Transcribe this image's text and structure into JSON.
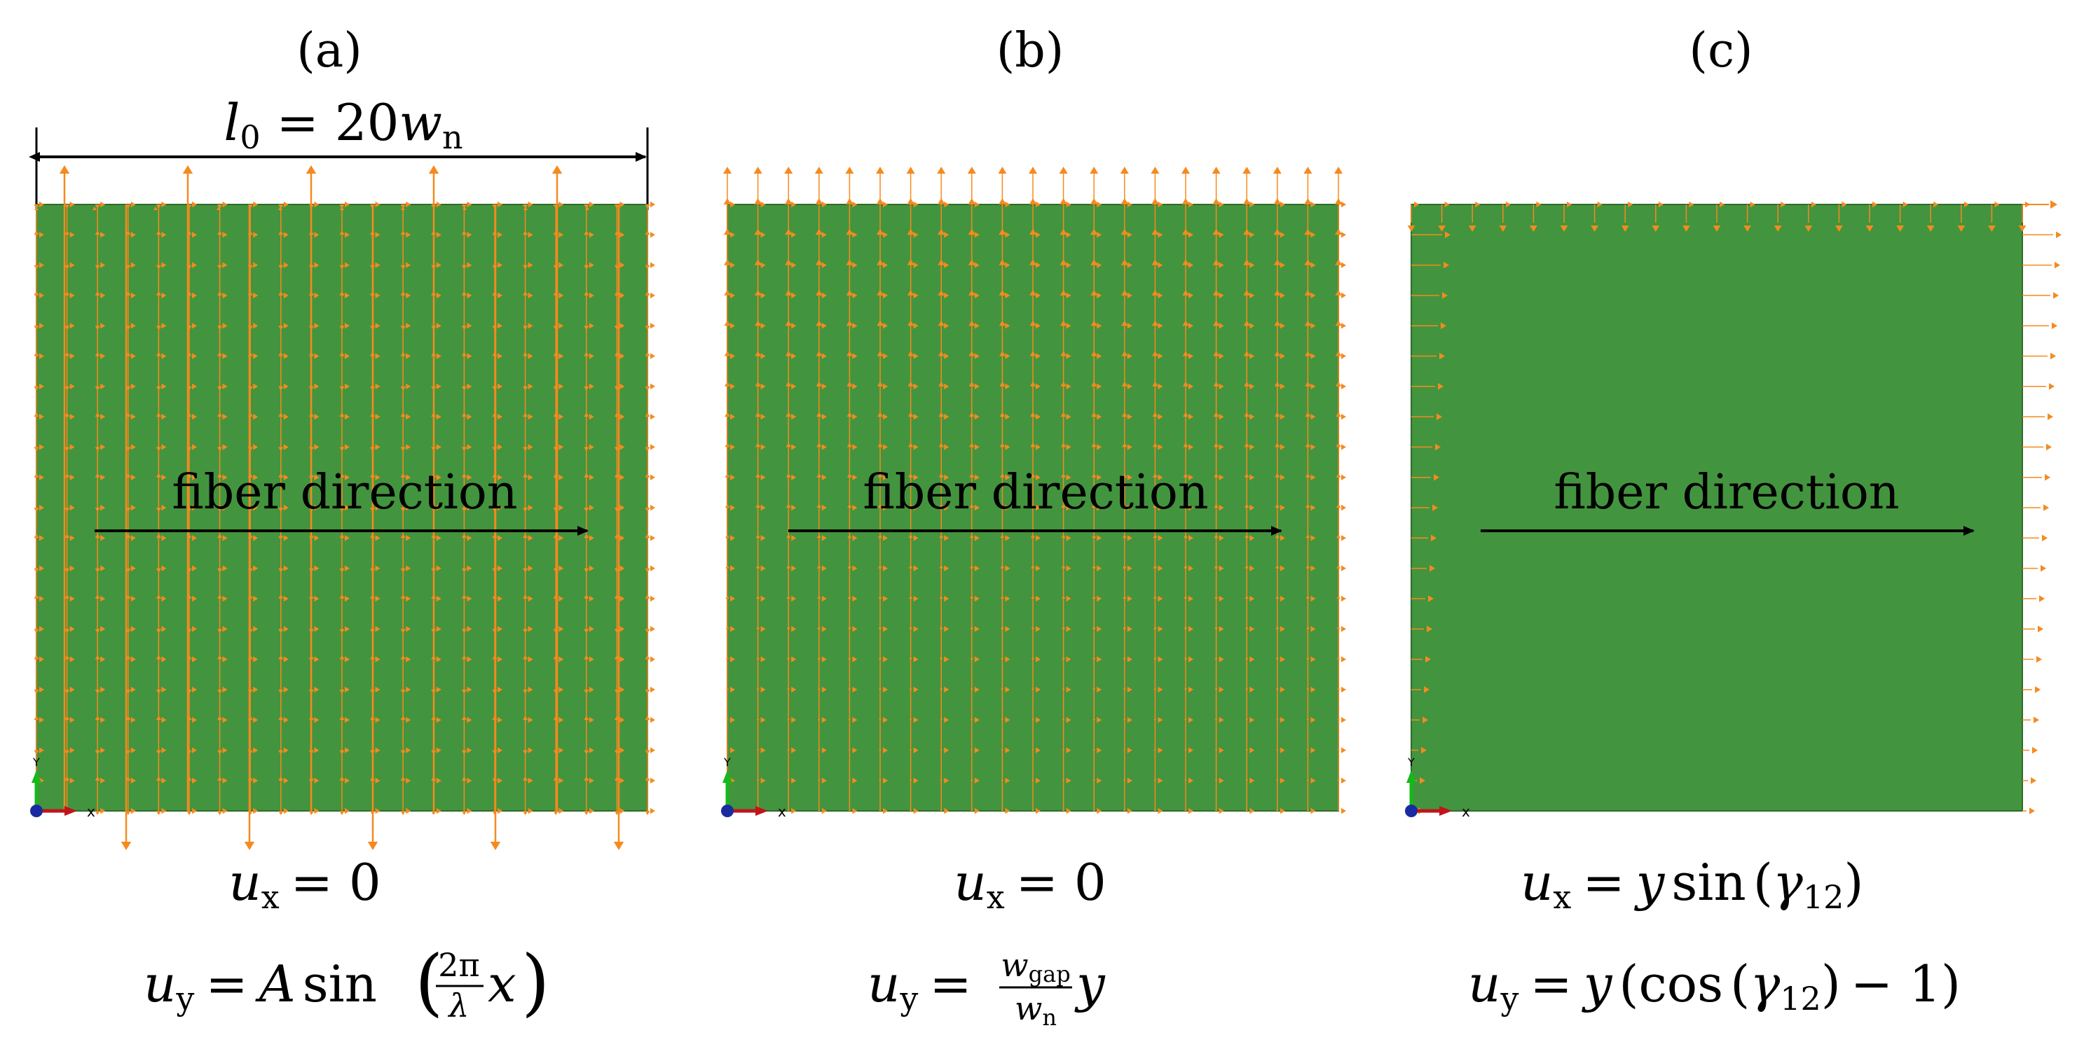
{
  "colors": {
    "plate": "#43943e",
    "plate_edge": "#2f6b2c",
    "arrow": "#f58a1f",
    "black": "#000000",
    "axis_x": "#c0141c",
    "axis_y": "#16b81a",
    "axis_origin": "#1a2aa0"
  },
  "panels": [
    {
      "id": "a",
      "label": "(a)",
      "dimension_label": {
        "base": "l",
        "sub": "0",
        "rest": " = 20",
        "var": "w",
        "var_sub": "n"
      },
      "fiber_label": "fiber direction",
      "triad_x": "x",
      "triad_y": "Y",
      "eq1": {
        "lhs": "u",
        "lhs_sub": "x",
        "rhs": "= 0"
      },
      "eq2": {
        "lhs": "u",
        "lhs_sub": "y",
        "eq": "=",
        "A": "A",
        "sin": "sin",
        "frac_num": "2π",
        "frac_den": "λ",
        "x": "x"
      }
    },
    {
      "id": "b",
      "label": "(b)",
      "fiber_label": "fiber direction",
      "triad_x": "x",
      "triad_y": "Y",
      "eq1": {
        "lhs": "u",
        "lhs_sub": "x",
        "rhs": "= 0"
      },
      "eq2": {
        "lhs": "u",
        "lhs_sub": "y",
        "eq": "=",
        "num": "w",
        "num_sub": "gap",
        "den": "w",
        "den_sub": "n",
        "y": "y"
      }
    },
    {
      "id": "c",
      "label": "(c)",
      "fiber_label": "fiber direction",
      "triad_x": "x",
      "triad_y": "Y",
      "eq1": {
        "lhs": "u",
        "lhs_sub": "x",
        "eq": "=",
        "y": "y",
        "sin": "sin",
        "gamma": "γ",
        "gamma_sub": "12"
      },
      "eq2": {
        "lhs": "u",
        "lhs_sub": "y",
        "eq": "=",
        "y": "y",
        "cos": "cos",
        "gamma": "γ",
        "gamma_sub": "12",
        "minus_one": "− 1"
      }
    }
  ]
}
